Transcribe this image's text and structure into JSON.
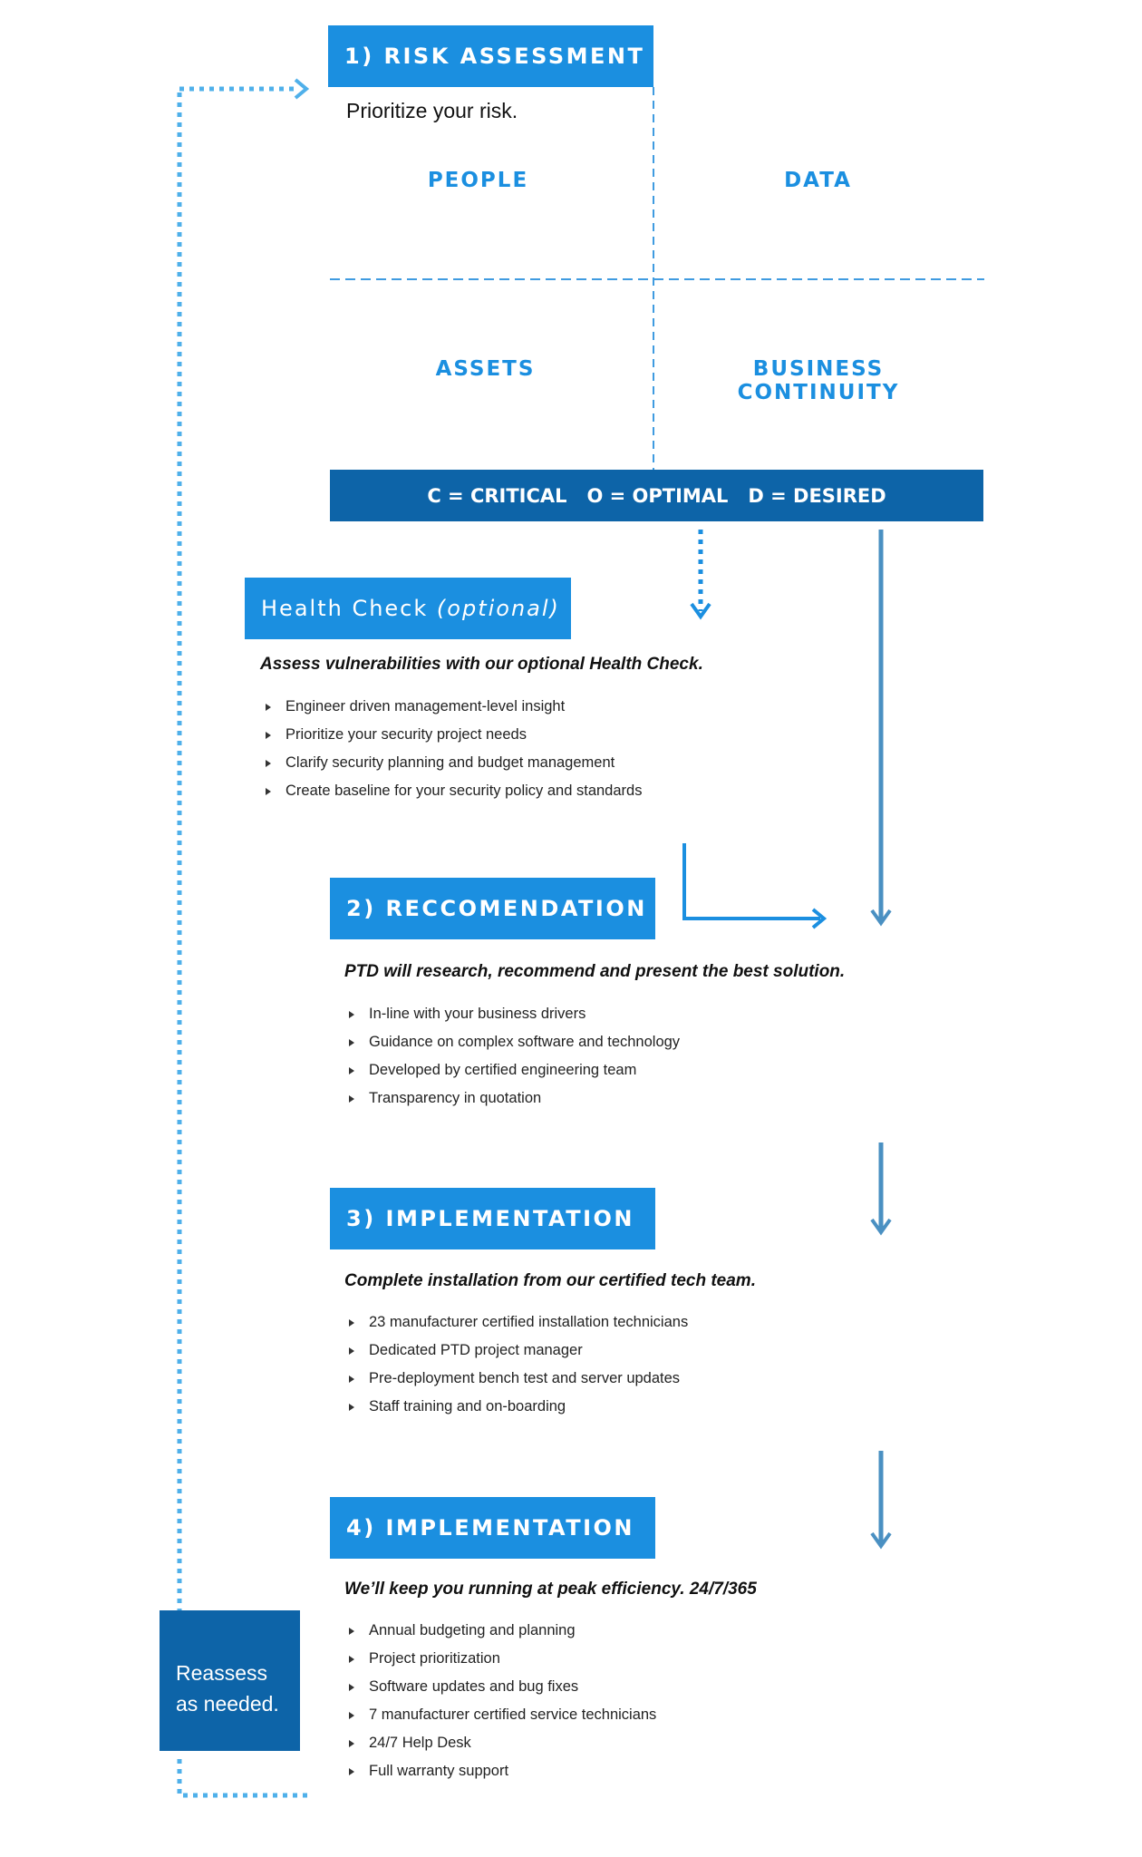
{
  "stage1": {
    "title": "1) RISK ASSESSMENT",
    "subtitle": "Prioritize your risk.",
    "quadrants": [
      "PEOPLE",
      "DATA",
      "ASSETS",
      "BUSINESS CONTINUITY"
    ],
    "legend": "C = CRITICAL   O = OPTIMAL   D = DESIRED"
  },
  "health_check": {
    "title": "Health Check",
    "title_note": "(optional)",
    "intro": "Assess vulnerabilities with our optional Health Check.",
    "bullets": [
      "Engineer driven management-level insight",
      "Prioritize your security project needs",
      "Clarify security planning and budget management",
      "Create baseline for your security policy and standards"
    ]
  },
  "stage2": {
    "title": "2) RECCOMENDATION",
    "intro": "PTD will research, recommend and present the best solution.",
    "bullets": [
      "In-line with your business drivers",
      "Guidance on complex software and technology",
      "Developed by certified engineering team",
      "Transparency in quotation"
    ]
  },
  "stage3": {
    "title": "3) IMPLEMENTATION",
    "intro": "Complete installation from our certified tech team.",
    "bullets": [
      "23 manufacturer certified installation technicians",
      "Dedicated PTD project manager",
      "Pre-deployment bench test and server updates",
      "Staff training and on-boarding"
    ]
  },
  "stage4": {
    "title": "4) IMPLEMENTATION",
    "intro": "We’ll keep you running at peak efficiency. 24/7/365",
    "bullets": [
      "Annual budgeting and planning",
      "Project prioritization",
      "Software updates and bug fixes",
      "7 manufacturer certified service technicians",
      "24/7 Help Desk",
      "Full warranty support"
    ]
  },
  "reassess": {
    "line1": "Reassess",
    "line2": "as needed."
  },
  "colors": {
    "accent": "#1b8fe0",
    "dark_blue": "#0d64a8",
    "arrow_blue": "#4a90c2",
    "dotted": "#4fb0ea"
  }
}
